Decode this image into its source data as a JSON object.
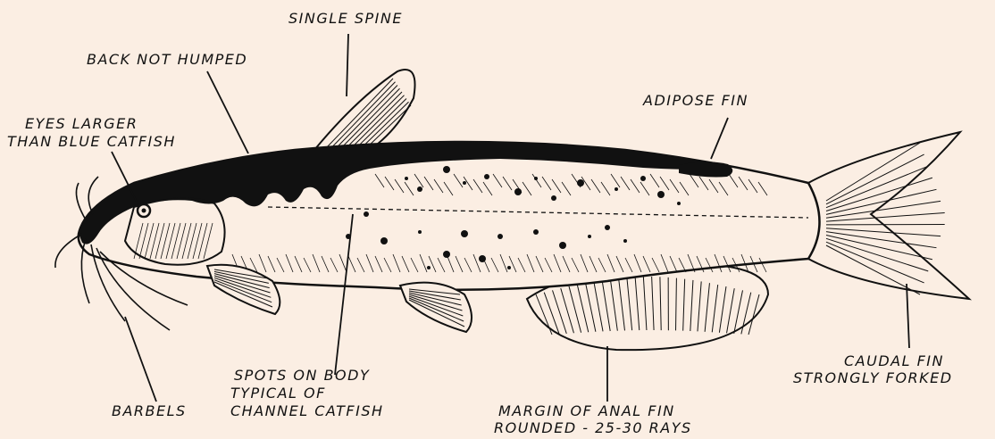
{
  "labels": {
    "single_spine": "SINGLE SPINE",
    "back_not_humped": "BACK NOT HUMPED",
    "eyes_line1": "EYES LARGER",
    "eyes_line2": "THAN BLUE CATFISH",
    "adipose_fin": "ADIPOSE FIN",
    "spots_line1": "SPOTS ON BODY",
    "spots_line2": "TYPICAL OF",
    "spots_line3": "CHANNEL CATFISH",
    "barbels": "BARBELS",
    "anal_line1": "MARGIN OF ANAL FIN",
    "anal_line2": "ROUNDED - 25-30 RAYS",
    "caudal_line1": "CAUDAL FIN",
    "caudal_line2": "STRONGLY FORKED"
  },
  "colors": {
    "background": "#fbeee3",
    "ink": "#111111",
    "body_fill": "#fbeee3"
  }
}
